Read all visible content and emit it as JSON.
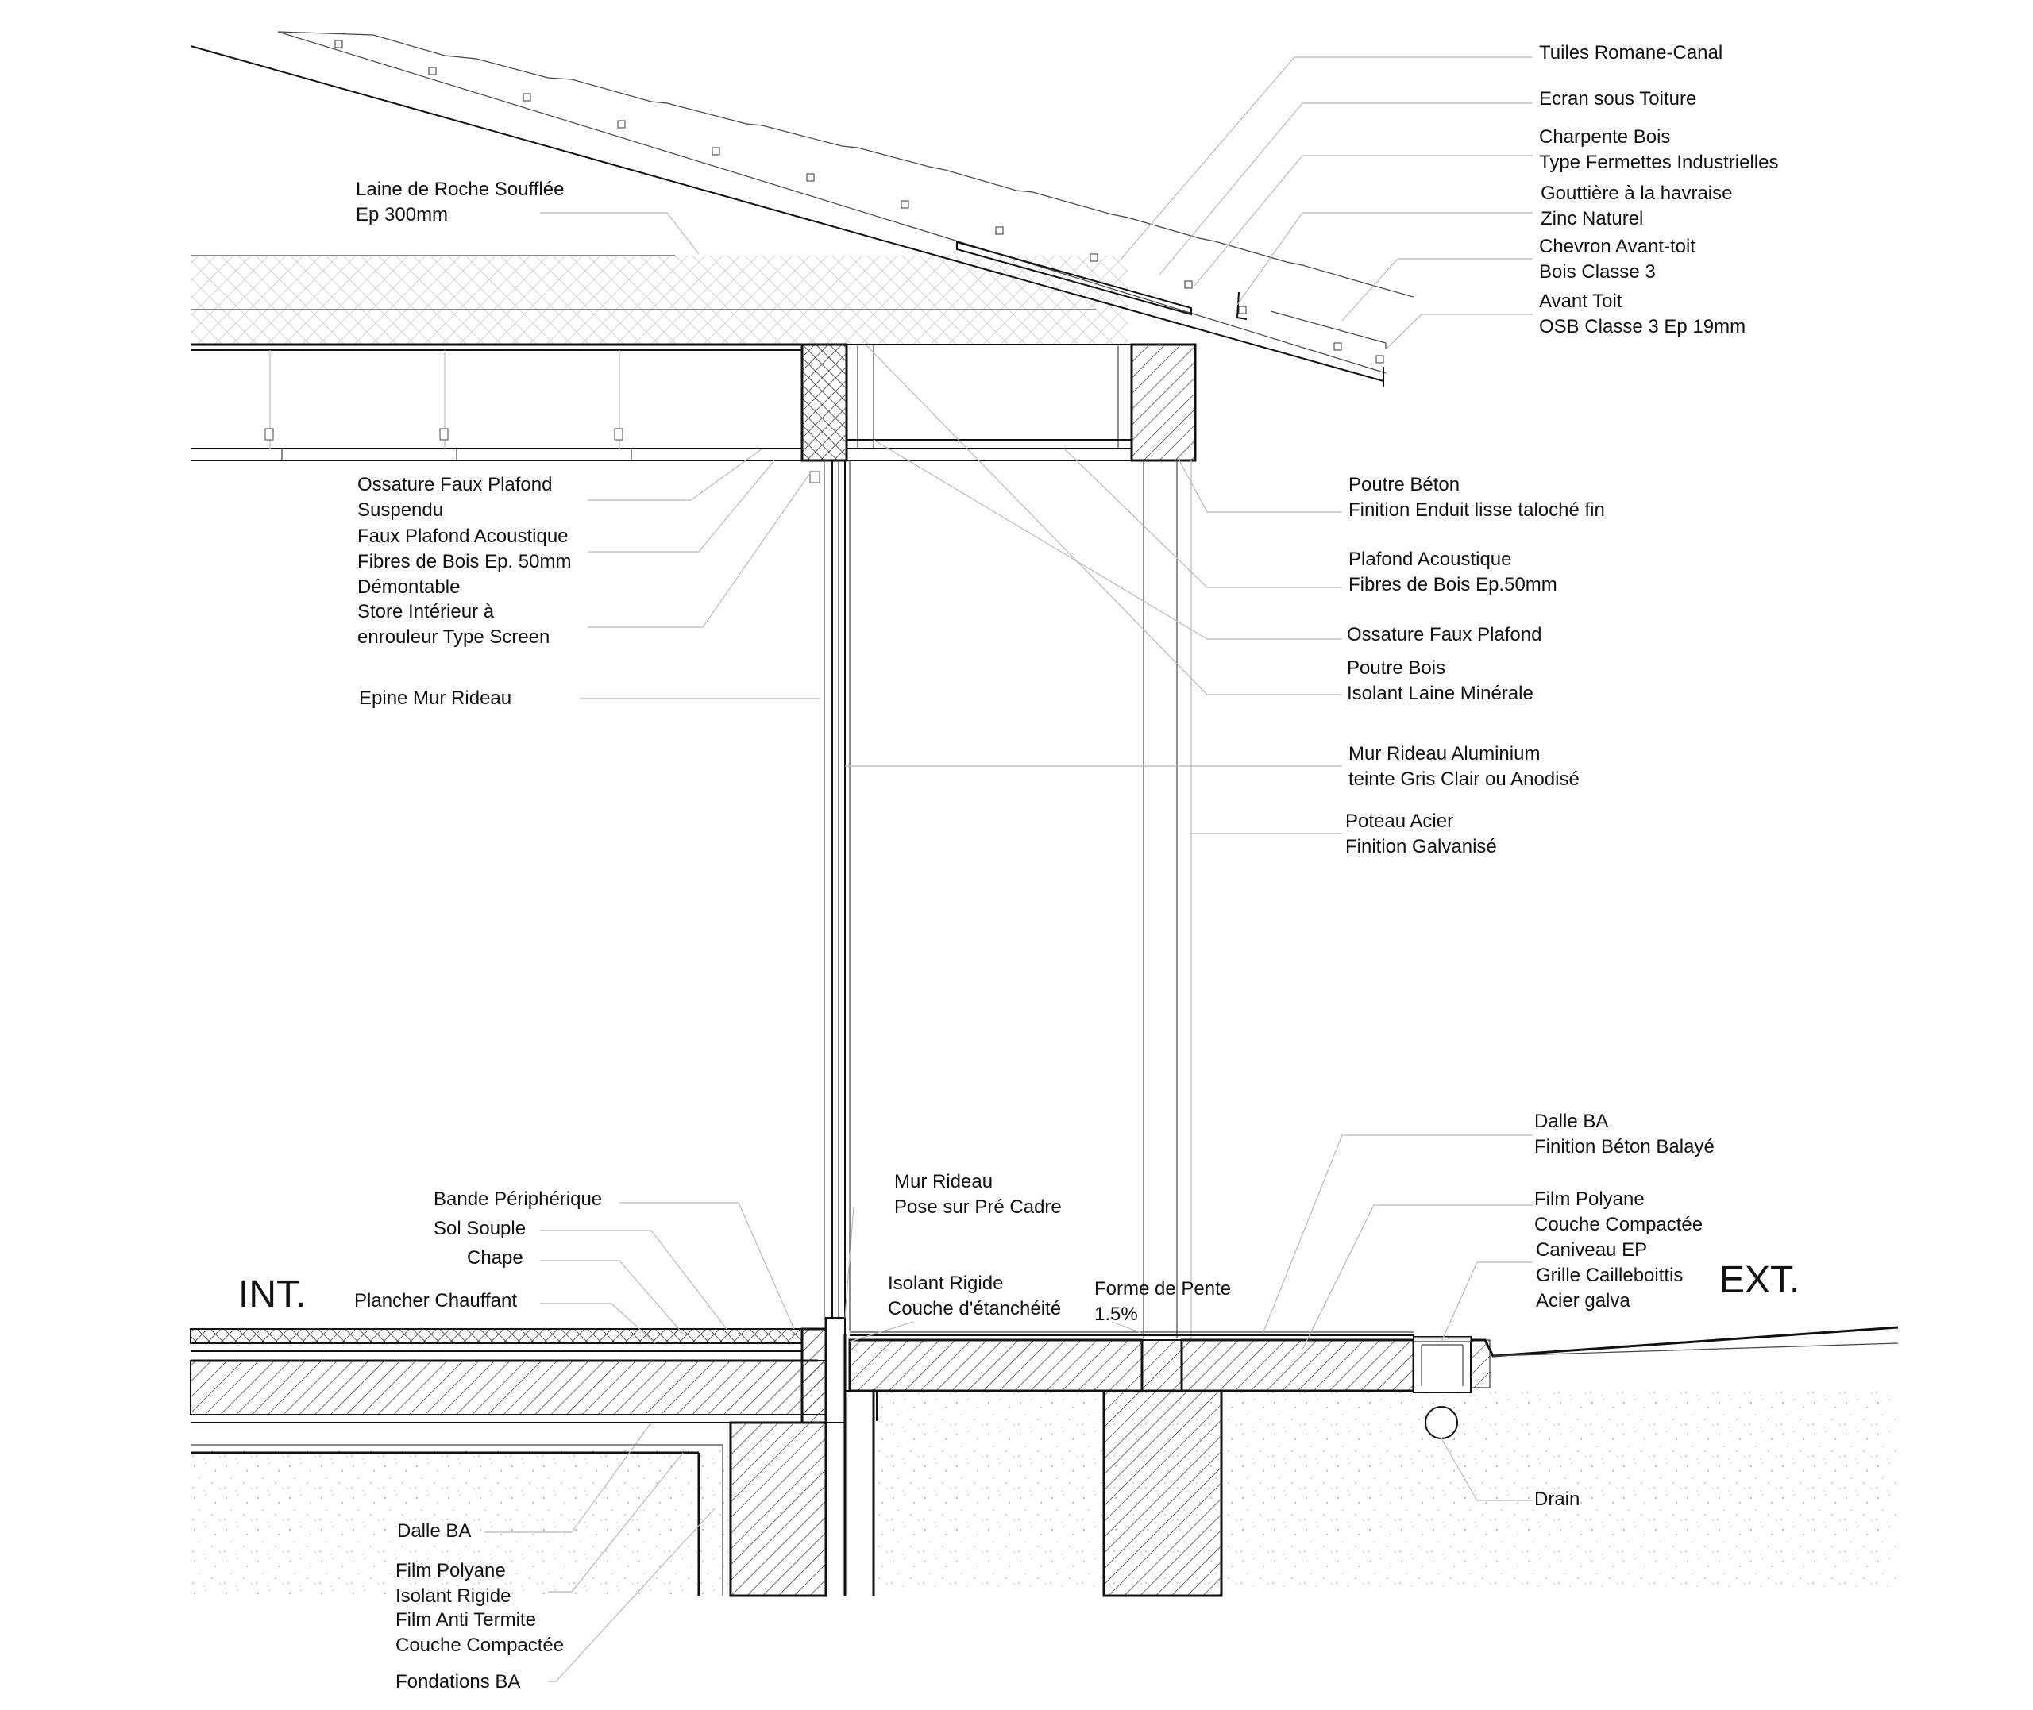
{
  "labels": {
    "tuiles": "Tuiles Romane-Canal",
    "ecran": "Ecran sous Toiture",
    "charpente_1": "Charpente Bois",
    "charpente_2": "Type Fermettes Industrielles",
    "gouttiere_1": "Gouttière à la havraise",
    "gouttiere_2": "Zinc Naturel",
    "chevron_1": "Chevron Avant-toit",
    "chevron_2": "Bois Classe 3",
    "avant_toit_1": "Avant Toit",
    "avant_toit_2": "OSB Classe 3 Ep 19mm",
    "laine_1": "Laine de Roche Soufflée",
    "laine_2": "Ep 300mm",
    "ossature_fp_1": "Ossature Faux Plafond",
    "ossature_fp_2": "Suspendu",
    "faux_plafond_1": "Faux Plafond Acoustique",
    "faux_plafond_2": "Fibres de Bois Ep. 50mm",
    "faux_plafond_3": "Démontable",
    "store_1": "Store Intérieur à",
    "store_2": "enrouleur Type Screen",
    "epine": "Epine Mur Rideau",
    "poutre_beton_1": "Poutre Béton",
    "poutre_beton_2": "Finition Enduit lisse taloché fin",
    "plafond_ac_1": "Plafond Acoustique",
    "plafond_ac_2": "Fibres de Bois Ep.50mm",
    "ossature_ext": "Ossature Faux Plafond",
    "poutre_bois_1": "Poutre Bois",
    "poutre_bois_2": "Isolant Laine Minérale",
    "mur_rideau_alu_1": "Mur Rideau Aluminium",
    "mur_rideau_alu_2": "teinte Gris Clair ou Anodisé",
    "poteau_1": "Poteau Acier",
    "poteau_2": "Finition Galvanisé",
    "dalle_ext_1": "Dalle BA",
    "dalle_ext_2": "Finition Béton Balayé",
    "film_ext_1": "Film Polyane",
    "film_ext_2": "Couche Compactée",
    "caniveau_1": "Caniveau EP",
    "caniveau_2": "Grille Cailleboittis",
    "caniveau_3": "Acier galva",
    "ext": "EXT.",
    "int": "INT.",
    "mur_rideau_pose_1": "Mur Rideau",
    "mur_rideau_pose_2": "Pose sur Pré Cadre",
    "isolant_rig_1": "Isolant Rigide",
    "isolant_rig_2": "Couche d'étanchéité",
    "forme_pente_1": "Forme de Pente",
    "forme_pente_2": "1.5%",
    "bande": "Bande Périphérique",
    "sol": "Sol Souple",
    "chape": "Chape",
    "plancher": "Plancher Chauffant",
    "dalle_int": "Dalle BA",
    "film_int_1": "Film Polyane",
    "film_int_2": "Isolant Rigide",
    "film_int_3": "Film Anti Termite",
    "film_int_4": "Couche Compactée",
    "fondations": "Fondations BA",
    "drain": "Drain"
  }
}
